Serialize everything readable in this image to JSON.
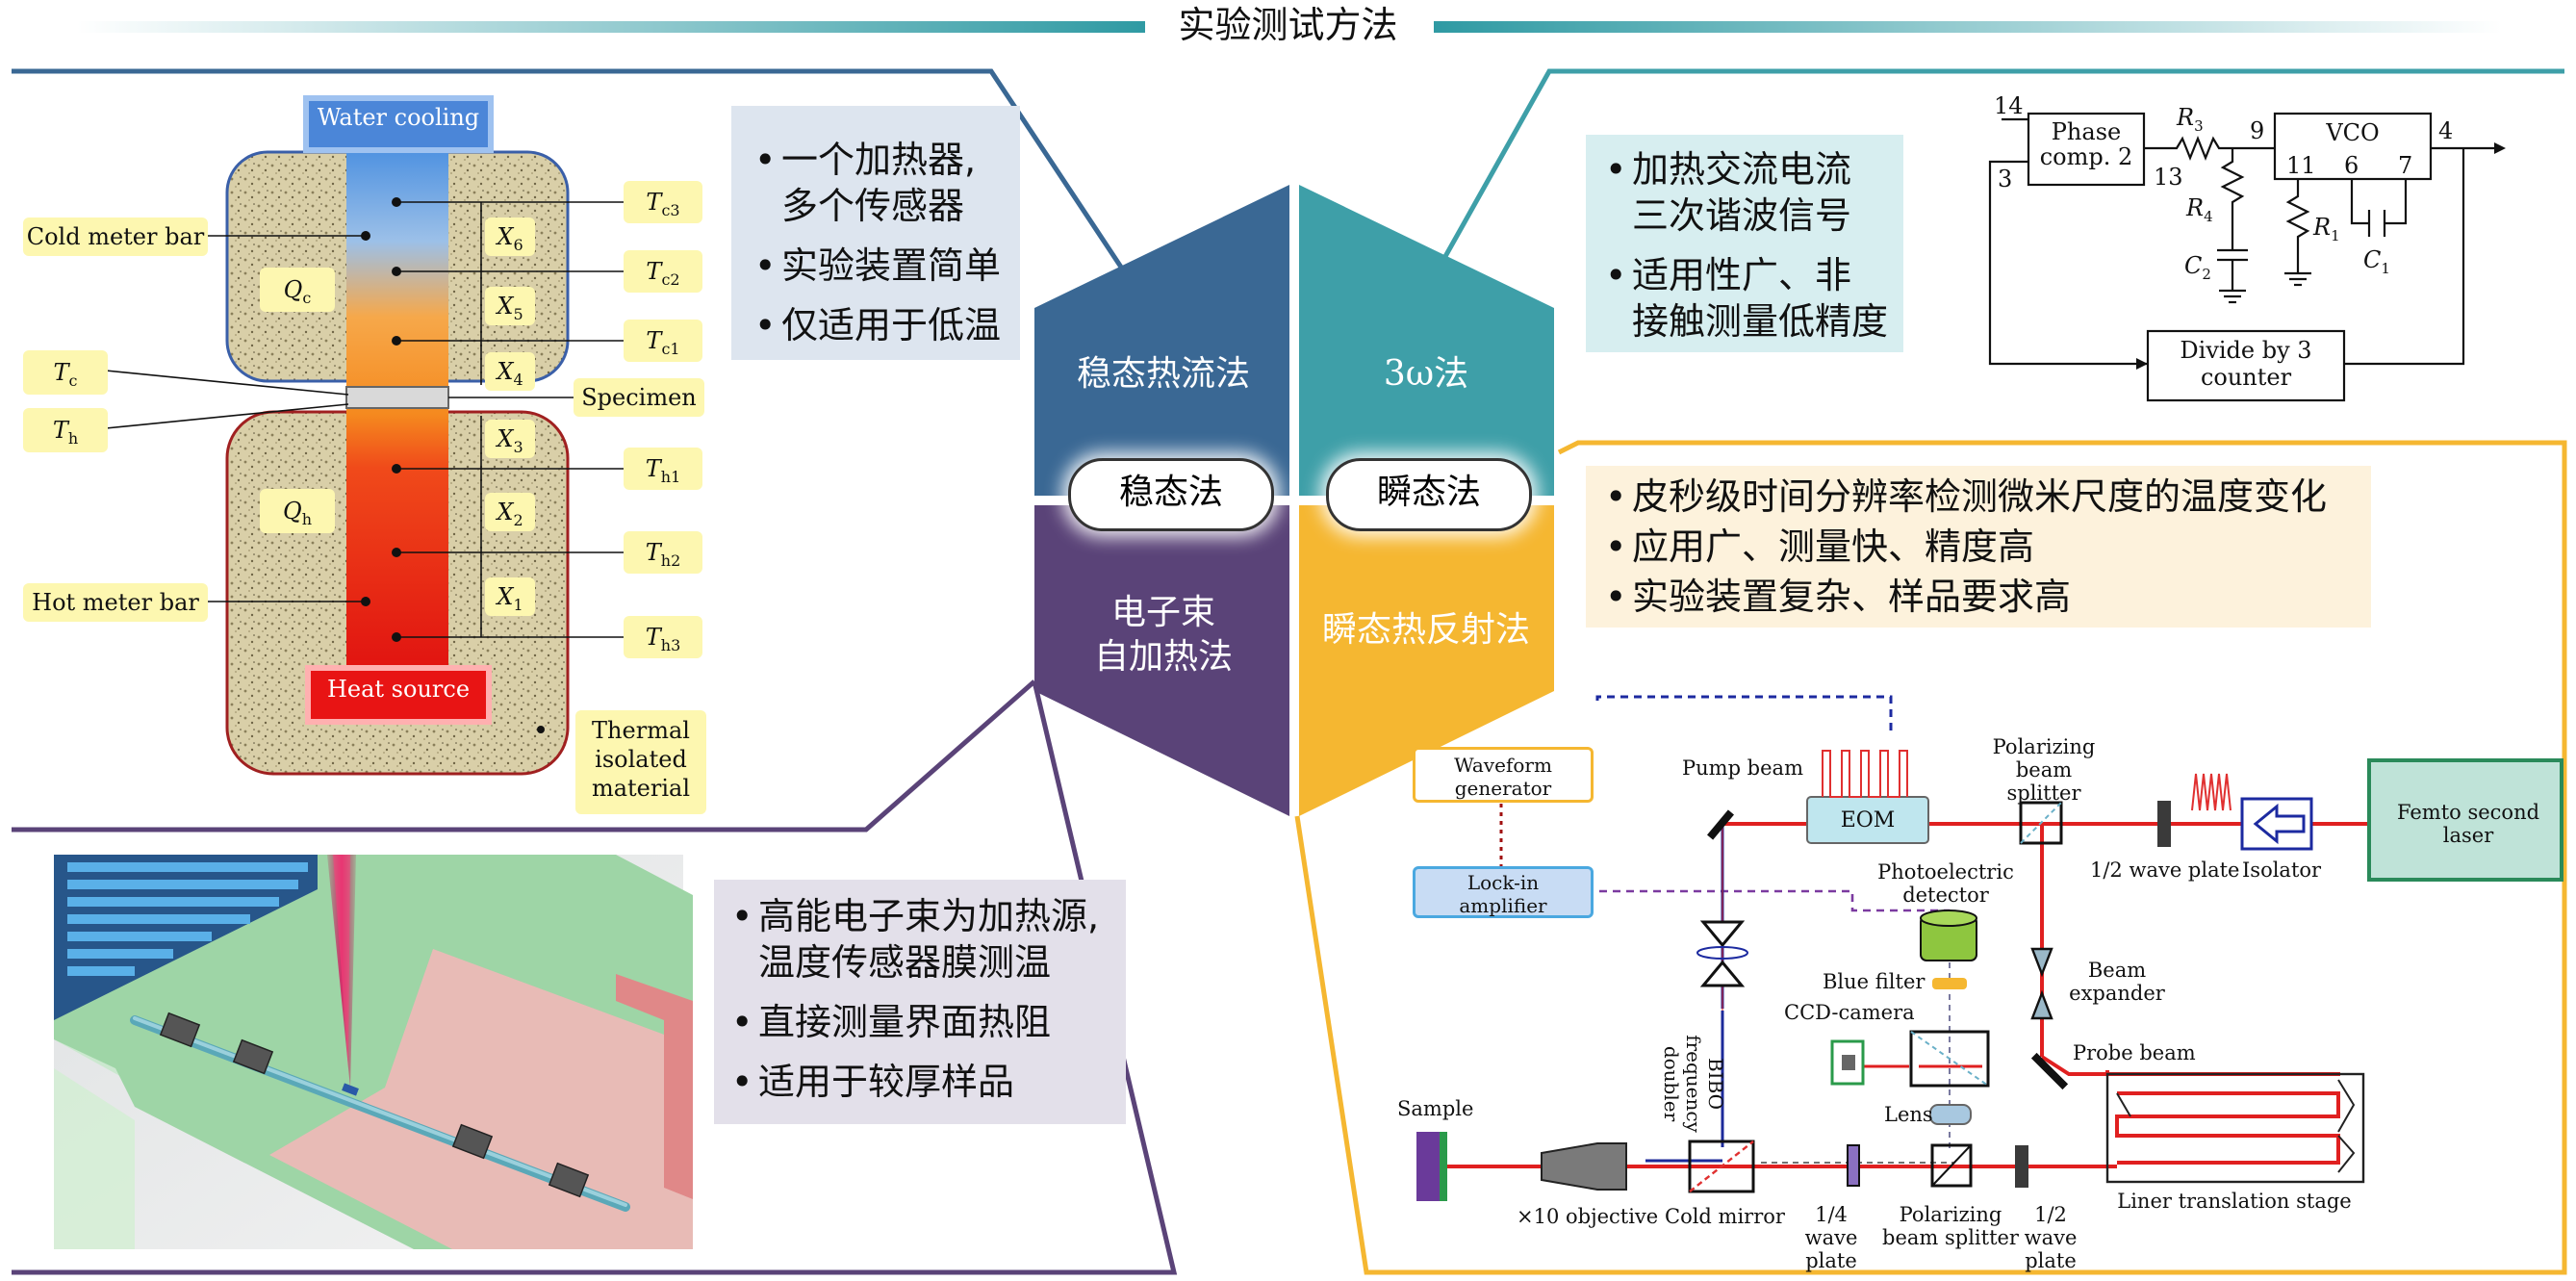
{
  "title": "实验测试方法",
  "hexagon": {
    "steady_flow": "稳态热流法",
    "three_omega": "3ω法",
    "steady_state": "稳态法",
    "transient": "瞬态法",
    "electron_beam": "电子束\n自加热法",
    "transient_reflect": "瞬态热反射法"
  },
  "panels": {
    "top_left_bullets": [
      "一个加热器,\n多个传感器",
      "实验装置简单",
      "仅适用于低温"
    ],
    "top_right_bullets": [
      "加热交流电流\n三次谐波信号",
      "适用性广、非\n接触测量低精度"
    ],
    "mid_right_bullets": [
      "皮秒级时间分辨率检测微米尺度的温度变化",
      "应用广、测量快、精度高",
      "实验装置复杂、样品要求高"
    ],
    "bottom_left_bullets": [
      "高能电子束为加热源,\n温度传感器膜测温",
      "直接测量界面热阻",
      "适用于较厚样品"
    ]
  },
  "bar_diagram": {
    "water_cooling": "Water cooling",
    "heat_source": "Heat source",
    "cold_meter_bar": "Cold meter bar",
    "hot_meter_bar": "Hot meter bar",
    "specimen": "Specimen",
    "thermal": "Thermal\nisolated\nmaterial",
    "qc": "Q",
    "qc_sub": "c",
    "qh": "Q",
    "qh_sub": "h",
    "tc": "T",
    "tc_sub": "c",
    "th": "T",
    "th_sub": "h",
    "sensors_t": "T",
    "sensors": [
      "c3",
      "c2",
      "c1",
      "h1",
      "h2",
      "h3"
    ],
    "gaps_x": "X",
    "gaps": [
      "6",
      "5",
      "4",
      "3",
      "2",
      "1"
    ]
  },
  "circuit": {
    "phase": "Phase\ncomp. 2",
    "vco": "VCO",
    "divide": "Divide by 3\ncounter",
    "pins": [
      "14",
      "3",
      "13",
      "9",
      "11",
      "6",
      "7",
      "4"
    ],
    "r": "R",
    "c": "C",
    "subs": [
      "3",
      "4",
      "1",
      "2",
      "1"
    ]
  },
  "optics": {
    "waveform": "Waveform\ngenerator",
    "lockin": "Lock-in\namplifier",
    "pump": "Pump beam",
    "eom": "EOM",
    "pbs_top": "Polarizing\nbeam splitter",
    "half_top": "1/2 wave plate",
    "isolator": "Isolator",
    "femto": "Femto second\nlaser",
    "photo": "Photoelectric\ndetector",
    "expander": "Beam\nexpander",
    "blue": "Blue filter",
    "ccd": "CCD-camera",
    "probe": "Probe beam",
    "bibo": "BIBO\nfrequency\ndoubler",
    "lens": "Lens",
    "sample": "Sample",
    "objective": "×10 objective",
    "cold": "Cold mirror",
    "quarter": "1/4 wave\nplate",
    "pbs_bot": "Polarizing\nbeam splitter",
    "half_bot": "1/2 wave\nplate",
    "liner": "Liner translation stage"
  },
  "colors": {
    "steady_flow": "#3a6894",
    "three_omega": "#3e9fa8",
    "electron_beam": "#5a4378",
    "transient_reflect": "#f5b731",
    "beam_red": "#e02020",
    "beam_blue": "#2a2a9a"
  }
}
